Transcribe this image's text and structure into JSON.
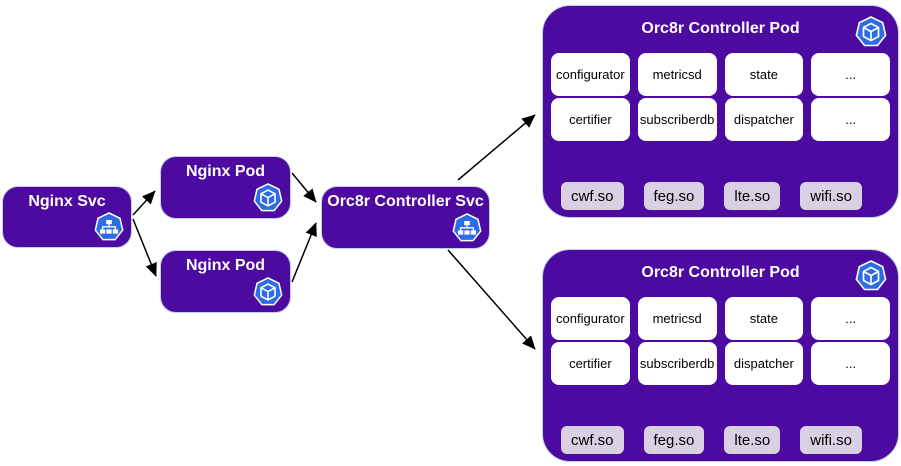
{
  "diagram": {
    "colors": {
      "node_purple": "#4D0AA0",
      "module_lavender": "#D9D0E3",
      "icon_blue": "#2E6CE6",
      "box_border": "#BECFEE",
      "arrow_black": "#000000"
    },
    "nodes": {
      "nginx_svc": {
        "label": "Nginx Svc",
        "icon": "k8s-service-icon"
      },
      "nginx_pod_a": {
        "label": "Nginx Pod",
        "icon": "k8s-pod-icon"
      },
      "nginx_pod_b": {
        "label": "Nginx Pod",
        "icon": "k8s-pod-icon"
      },
      "orc8r_svc": {
        "label": "Orc8r Controller Svc",
        "icon": "k8s-service-icon"
      },
      "orc8r_pod_a": {
        "label": "Orc8r Controller Pod",
        "icon": "k8s-pod-icon",
        "services": [
          "configurator",
          "metricsd",
          "state",
          "...",
          "certifier",
          "subscriberdb",
          "dispatcher",
          "..."
        ],
        "modules": [
          "cwf.so",
          "feg.so",
          "lte.so",
          "wifi.so"
        ]
      },
      "orc8r_pod_b": {
        "label": "Orc8r Controller Pod",
        "icon": "k8s-pod-icon",
        "services": [
          "configurator",
          "metricsd",
          "state",
          "...",
          "certifier",
          "subscriberdb",
          "dispatcher",
          "..."
        ],
        "modules": [
          "cwf.so",
          "feg.so",
          "lte.so",
          "wifi.so"
        ]
      }
    },
    "edges": [
      {
        "from": "nginx_svc",
        "to": "nginx_pod_a"
      },
      {
        "from": "nginx_svc",
        "to": "nginx_pod_b"
      },
      {
        "from": "nginx_pod_a",
        "to": "orc8r_svc"
      },
      {
        "from": "nginx_pod_b",
        "to": "orc8r_svc"
      },
      {
        "from": "orc8r_svc",
        "to": "orc8r_pod_a"
      },
      {
        "from": "orc8r_svc",
        "to": "orc8r_pod_b"
      }
    ]
  }
}
